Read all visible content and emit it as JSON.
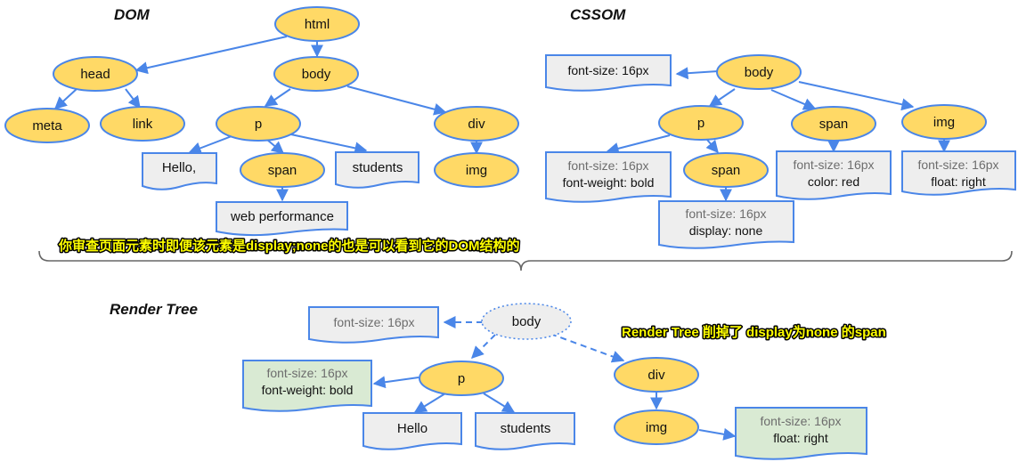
{
  "titles": {
    "dom": "DOM",
    "cssom": "CSSOM",
    "render_tree": "Render Tree"
  },
  "dom": {
    "html": "html",
    "head": "head",
    "body": "body",
    "meta": "meta",
    "link": "link",
    "p": "p",
    "div": "div",
    "hello": "Hello,",
    "span": "span",
    "students": "students",
    "img": "img",
    "web_performance": "web performance"
  },
  "cssom": {
    "body": "body",
    "body_style": "font-size: 16px",
    "p": "p",
    "span": "span",
    "img": "img",
    "p_style": [
      "font-size: 16px",
      "font-weight: bold"
    ],
    "span_style": [
      "font-size: 16px",
      "color: red"
    ],
    "img_style": [
      "font-size: 16px",
      "float: right"
    ],
    "span_child": "span",
    "span_child_style": [
      "font-size: 16px",
      "display: none"
    ]
  },
  "annotation_dom": "你审查页面元素时即便该元素是display;none的也是可以看到它的DOM结构的",
  "annotation_render": "Render Tree 削掉了 display为none 的span",
  "render": {
    "body": "body",
    "body_style": "font-size: 16px",
    "p": "p",
    "div": "div",
    "p_style": [
      "font-size: 16px",
      "font-weight: bold"
    ],
    "hello": "Hello",
    "students": "students",
    "img": "img",
    "img_style": [
      "font-size: 16px",
      "float: right"
    ]
  },
  "colors": {
    "node_fill": "#ffd966",
    "edge": "#4a86e8",
    "doc_gray": "#eeeeee",
    "doc_green": "#d9ead3",
    "annotation_fill": "#ffff00"
  }
}
